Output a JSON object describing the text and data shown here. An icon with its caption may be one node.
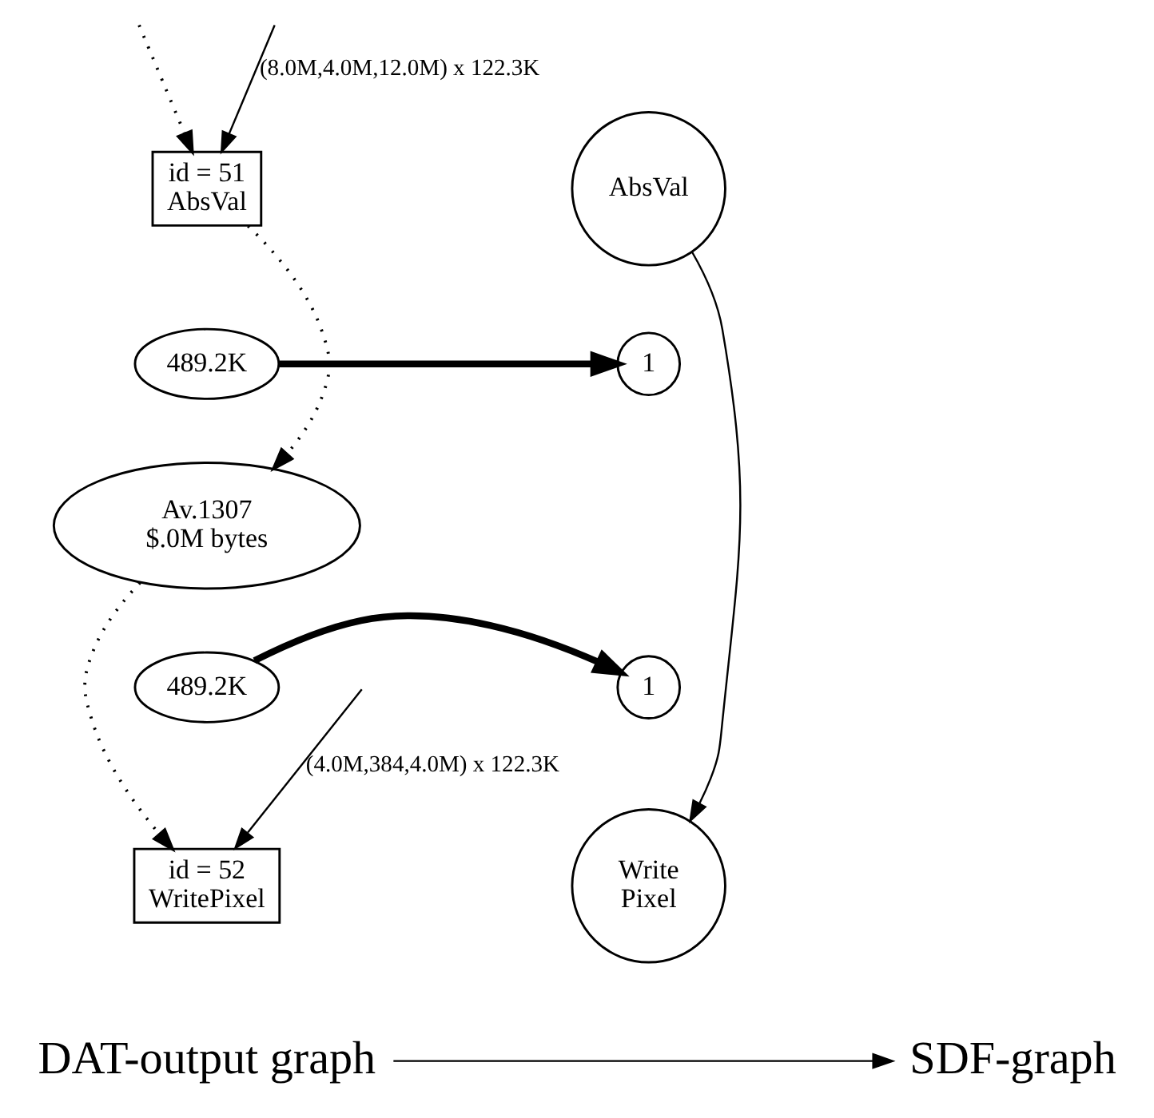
{
  "diagram": {
    "nodes": [
      {
        "text": [
          "id = 51",
          "AbsVal"
        ]
      },
      {
        "text": [
          "489.2K"
        ]
      },
      {
        "text": [
          "Av.1307",
          "$.0M bytes"
        ]
      },
      {
        "text": [
          "489.2K"
        ]
      },
      {
        "text": [
          "id = 52",
          "WritePixel"
        ]
      },
      {
        "text": [
          "AbsVal"
        ]
      },
      {
        "text": [
          "1"
        ]
      },
      {
        "text": [
          "1"
        ]
      },
      {
        "text": [
          "Write Pixel"
        ]
      },
      {
        "text": [
          "DAT-output graph"
        ]
      },
      {
        "text": [
          "SDF-graph"
        ]
      }
    ],
    "edges": [
      {
        "from": null,
        "to": 0,
        "arrow": "to",
        "style": "dashed"
      },
      {
        "from": null,
        "to": 0,
        "arrow": "to",
        "label": "(8.0M,4.0M,12.0M) x 122.3K"
      },
      {
        "from": 0,
        "to": 2,
        "arrow": "to",
        "style": "dashed"
      },
      {
        "from": 2,
        "to": 4,
        "arrow": "to",
        "style": "dashed"
      },
      {
        "from": null,
        "to": 4,
        "arrow": "to",
        "label": "(4.0M,384,4.0M) x 122.3K"
      },
      {
        "from": 1,
        "to": 6,
        "arrow": "to",
        "style": "thick"
      },
      {
        "from": 3,
        "to": 7,
        "arrow": "to",
        "style": "thick"
      },
      {
        "from": 5,
        "to": 8,
        "arrow": "to"
      },
      {
        "from": 9,
        "to": 10,
        "arrow": "to"
      }
    ]
  }
}
